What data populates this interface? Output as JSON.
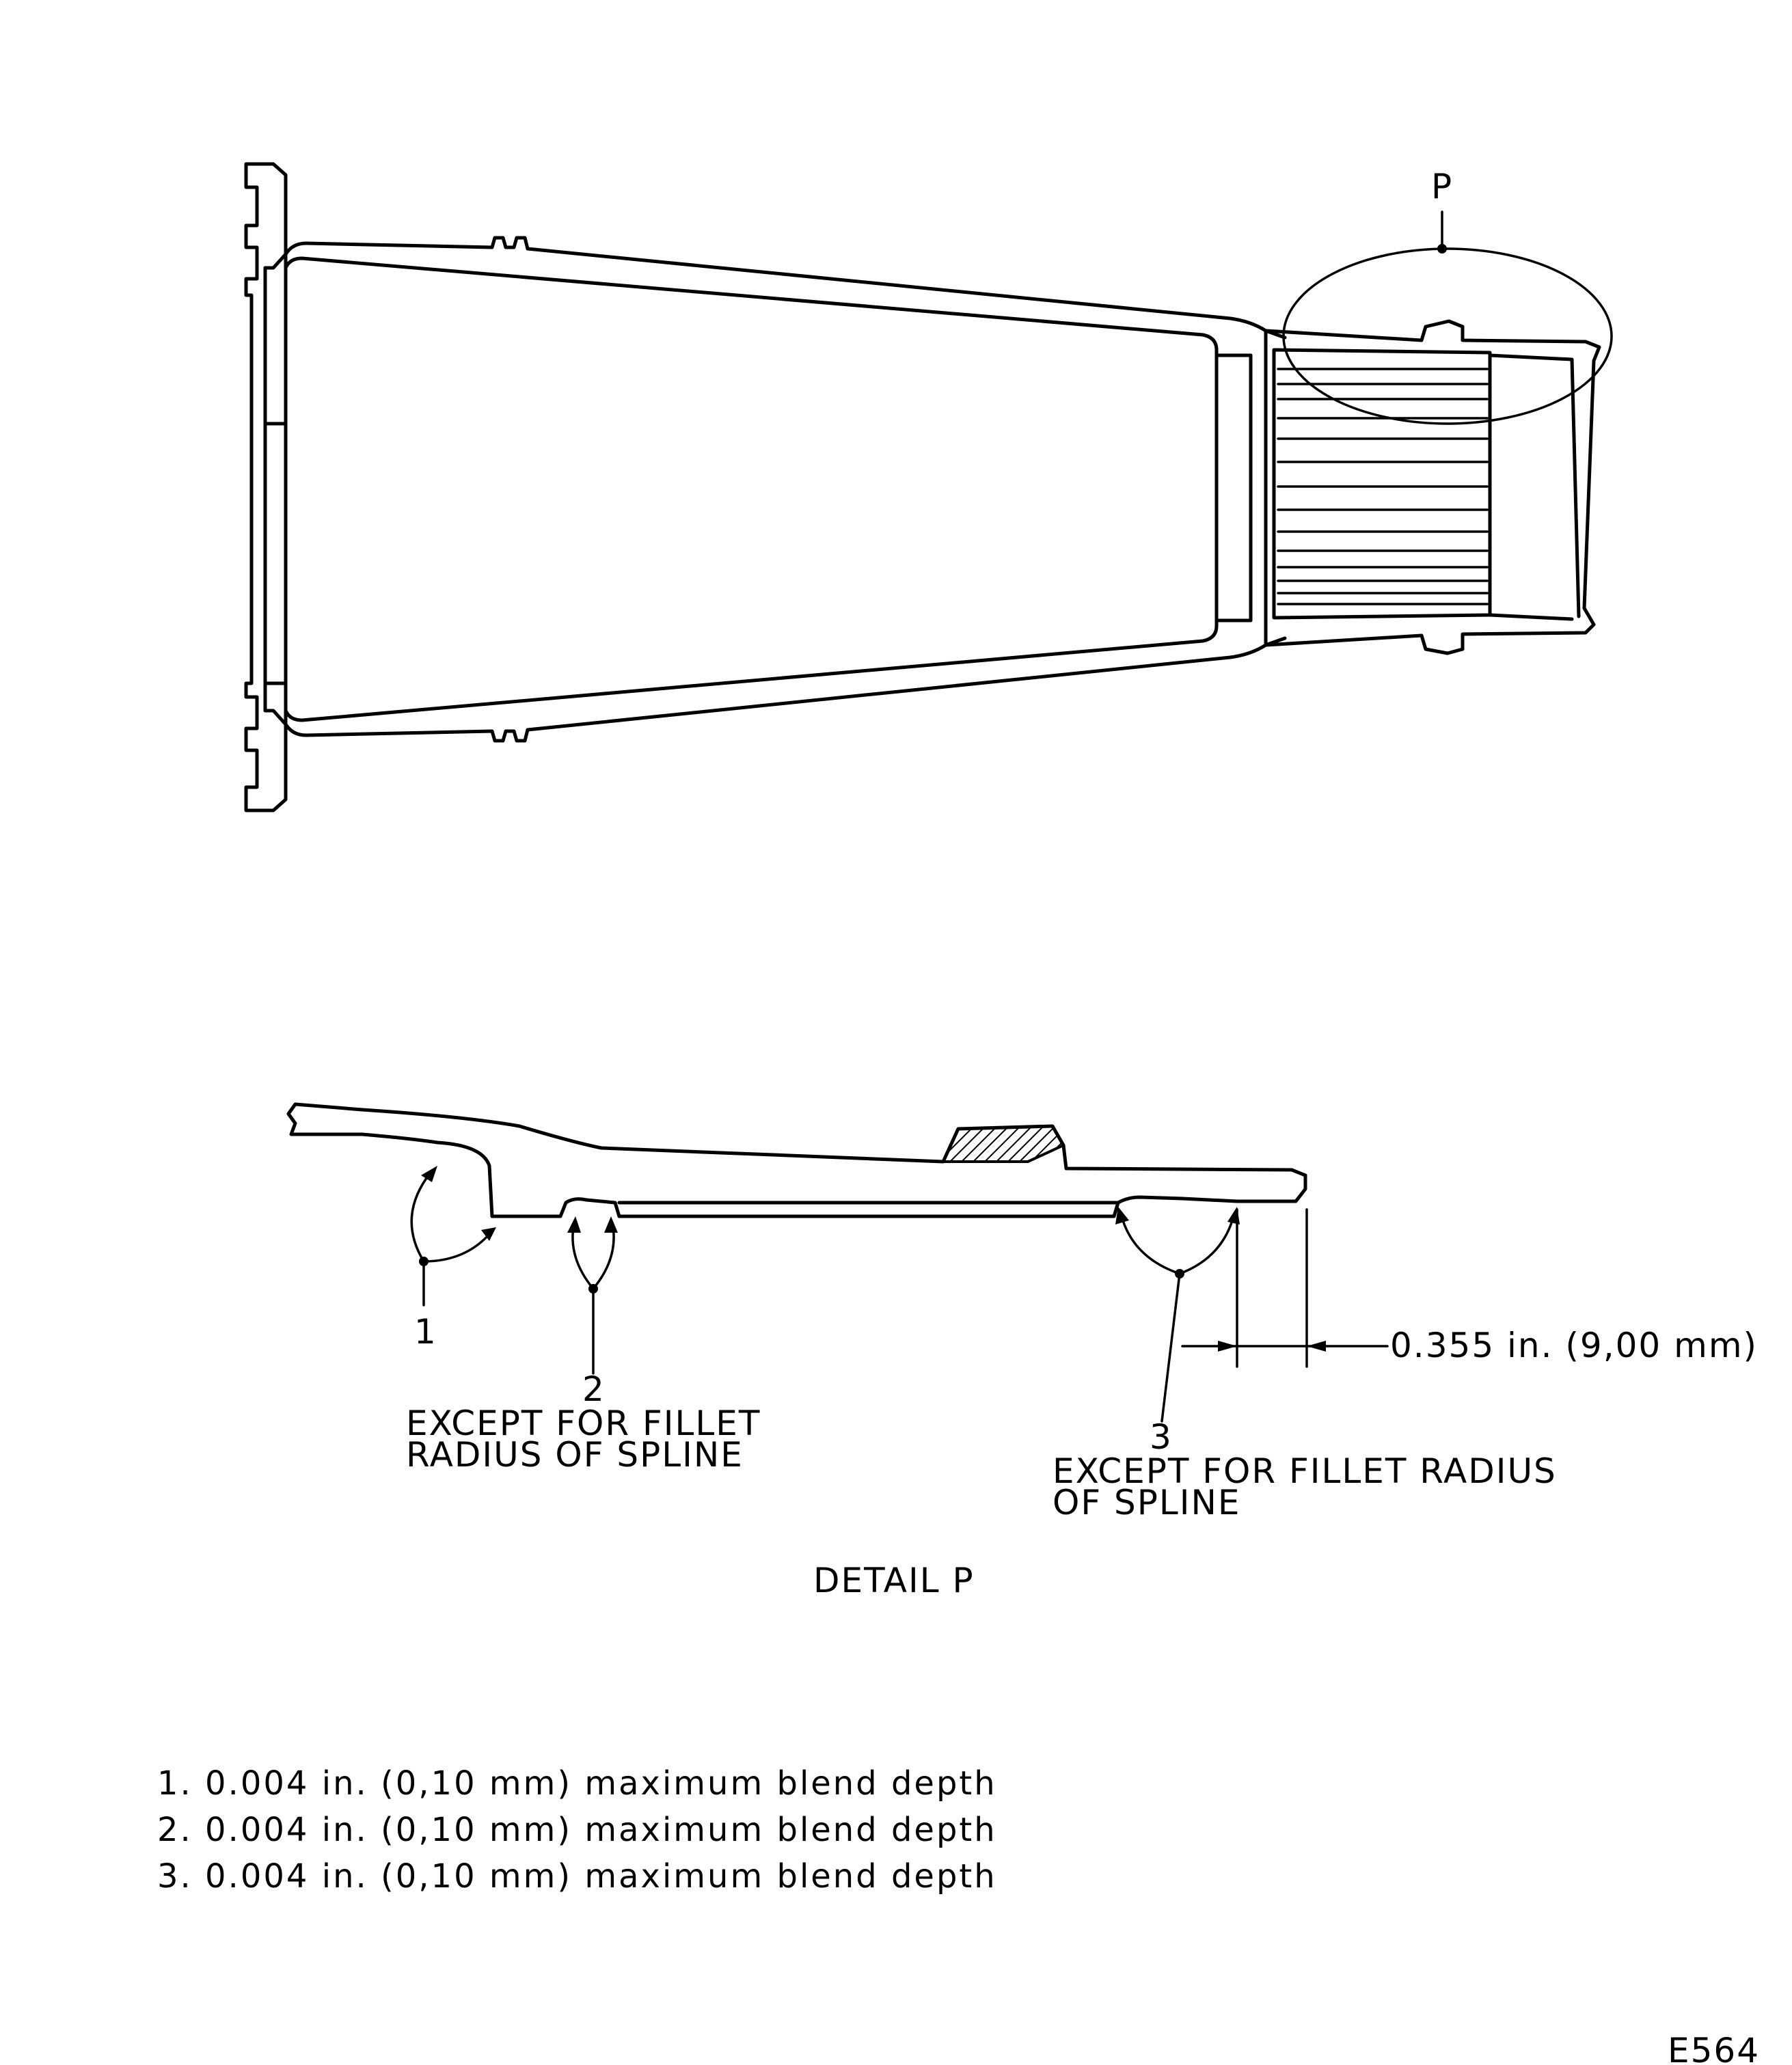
{
  "figure_id": "E564",
  "callout_top": "P",
  "detail_title": "DETAIL  P",
  "callouts": [
    {
      "number": "1",
      "text_lines": []
    },
    {
      "number": "2",
      "text_lines": [
        "EXCEPT FOR FILLET",
        "RADIUS OF SPLINE"
      ]
    },
    {
      "number": "3",
      "text_lines": [
        "EXCEPT FOR FILLET RADIUS",
        "OF SPLINE"
      ]
    }
  ],
  "dimension": "0.355 in. (9,00 mm)",
  "notes": [
    "1. 0.004 in. (0,10 mm)  maximum  blend  depth",
    "2. 0.004 in. (0,10 mm)  maximum  blend  depth",
    "3. 0.004 in. (0,10 mm)  maximum  blend  depth"
  ]
}
